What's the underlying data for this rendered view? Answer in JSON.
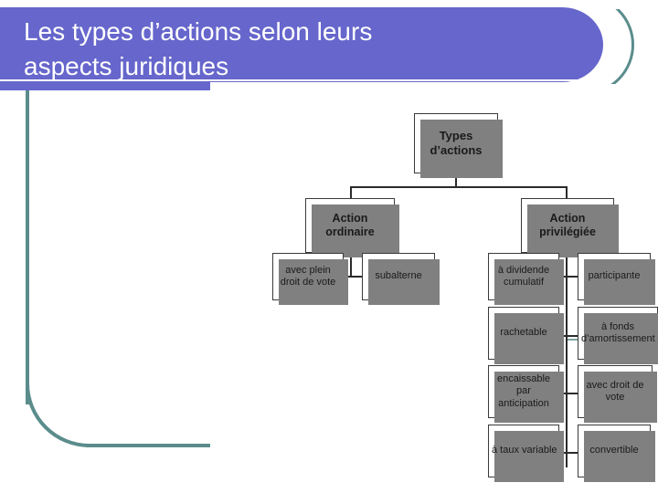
{
  "slide": {
    "title": "Les types d’actions selon leurs\naspects juridiques",
    "banner_color": "#6666cc",
    "accent_color": "#5b8c8c",
    "background_color": "#ffffff"
  },
  "chart_data": {
    "type": "diagram",
    "diagram_kind": "org-chart",
    "title": "Types d’actions",
    "root": {
      "id": "types-actions",
      "label": "Types\nd’actions",
      "level": 1
    },
    "branches": [
      {
        "id": "action-ordinaire",
        "label": "Action\nordinaire",
        "level": 2,
        "children": [
          {
            "id": "avec-plein-droit-de-vote",
            "label": "avec plein\ndroit de vote",
            "level": 3,
            "side": "left",
            "row": 1
          },
          {
            "id": "subalterne",
            "label": "subalterne",
            "level": 3,
            "side": "right",
            "row": 1
          }
        ]
      },
      {
        "id": "action-privilegiee",
        "label": "Action\nprivilégiée",
        "level": 2,
        "children": [
          {
            "id": "a-dividende-cumulatif",
            "label": "à dividende\ncumulatif",
            "level": 3,
            "side": "left",
            "row": 1
          },
          {
            "id": "participante",
            "label": "participante",
            "level": 3,
            "side": "right",
            "row": 1
          },
          {
            "id": "rachetable",
            "label": "rachetable",
            "level": 3,
            "side": "left",
            "row": 2
          },
          {
            "id": "a-fonds-damortissement",
            "label": "à fonds\nd’amortissement",
            "level": 3,
            "side": "right",
            "row": 2
          },
          {
            "id": "encaissable-par-anticipation",
            "label": "encaissable\npar\nanticipation",
            "level": 3,
            "side": "left",
            "row": 3
          },
          {
            "id": "avec-droit-de-vote",
            "label": "avec droit de\nvote",
            "level": 3,
            "side": "right",
            "row": 3
          },
          {
            "id": "a-taux-variable",
            "label": "à taux variable",
            "level": 3,
            "side": "left",
            "row": 4
          },
          {
            "id": "convertible",
            "label": "convertible",
            "level": 3,
            "side": "right",
            "row": 4
          }
        ]
      }
    ],
    "node_style": {
      "fill": "#ffffff",
      "border": "#3a3a3a",
      "shadow": "#808080",
      "text": "#1a1a1a"
    }
  }
}
